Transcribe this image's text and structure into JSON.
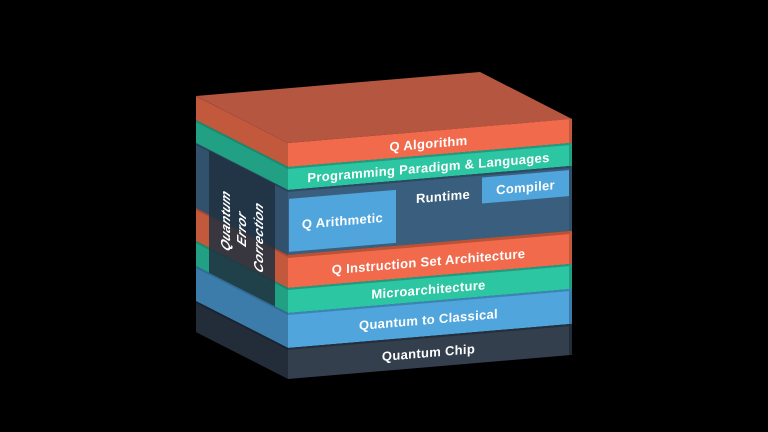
{
  "diagram": {
    "type": "3d-stack",
    "layers": [
      {
        "id": "q-algorithm",
        "label": "Q Algorithm",
        "color": "#f16a4c"
      },
      {
        "id": "programming-paradigm",
        "label": "Programming Paradigm & Languages",
        "color": "#2dc6a3"
      },
      {
        "id": "runtime-band",
        "label": "Runtime",
        "color": "#3a5f7e",
        "boxes": [
          {
            "id": "q-arithmetic",
            "label": "Q Arithmetic",
            "color": "#4fa5dc"
          },
          {
            "id": "compiler",
            "label": "Compiler",
            "color": "#4fa5dc"
          }
        ]
      },
      {
        "id": "q-instruction-set-architecture",
        "label": "Q Instruction Set Architecture",
        "color": "#f16a4c"
      },
      {
        "id": "microarchitecture",
        "label": "Microarchitecture",
        "color": "#2dc6a3"
      },
      {
        "id": "quantum-to-classical",
        "label": "Quantum to Classical",
        "color": "#4fa5dc"
      },
      {
        "id": "quantum-chip",
        "label": "Quantum Chip",
        "color": "#343f4e"
      }
    ],
    "error_correction": {
      "lines": [
        "Quantum",
        "Error",
        "Correction"
      ],
      "panel_color": "#22374a"
    },
    "palette": {
      "background": "#000000",
      "orange_front": "#f16a4c",
      "orange_side": "#c2583c",
      "orange_top": "#b55640",
      "teal_front": "#2dc6a3",
      "teal_side": "#21a083",
      "slate_front": "#3a5f7e",
      "slate_side": "#31516c",
      "blue_front": "#4fa5dc",
      "blue_side": "#3b7cab",
      "dark_front": "#343f4e",
      "dark_side": "#232d3a",
      "text": "#ffffff"
    }
  }
}
